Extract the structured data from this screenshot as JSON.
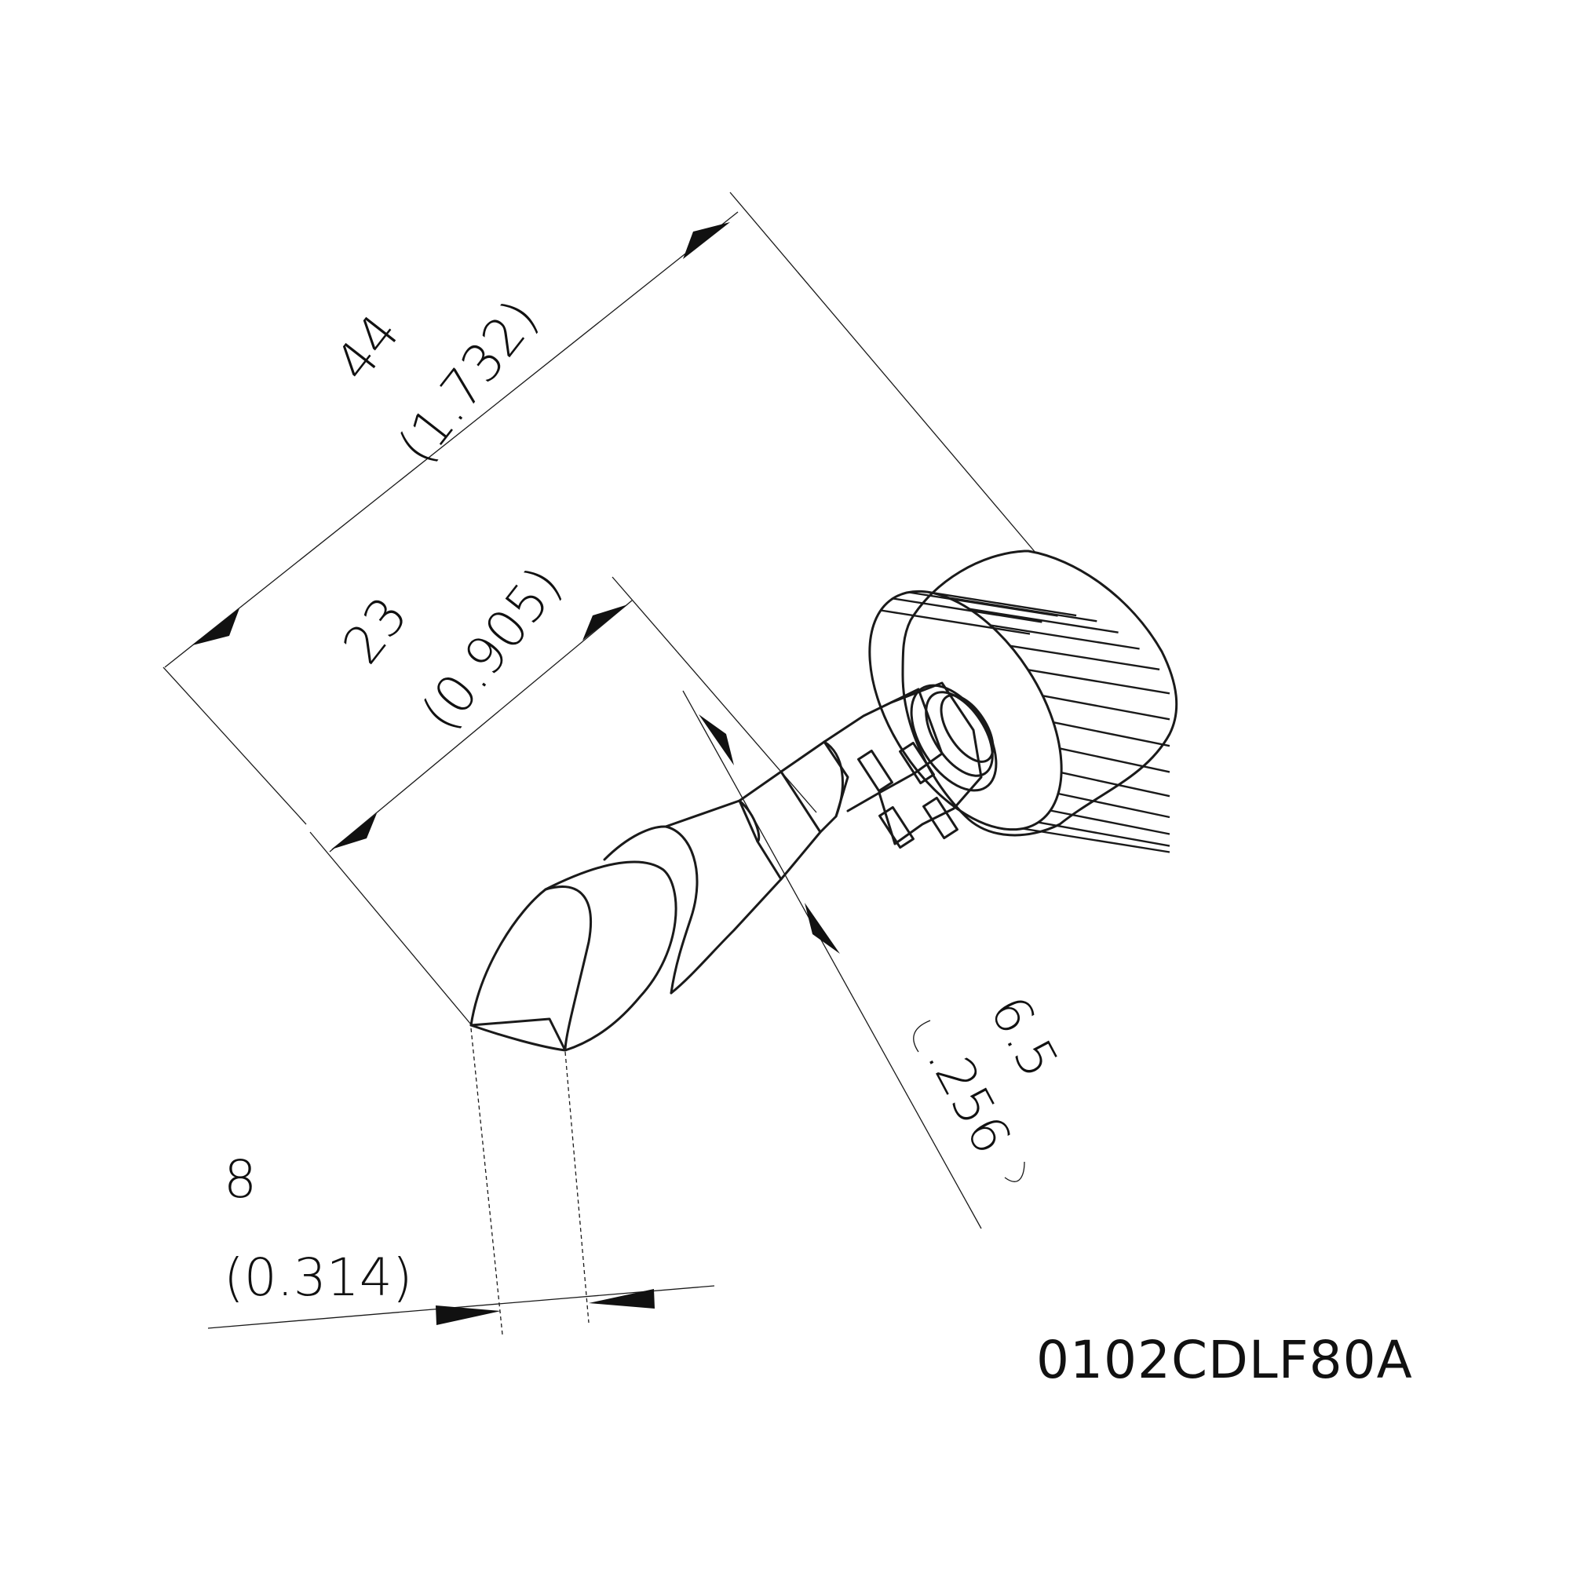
{
  "diagram": {
    "part_number": "0102CDLF80A",
    "dimensions": {
      "overall_length": {
        "mm": "44",
        "inch": "(1.732)"
      },
      "tip_length": {
        "mm": "23",
        "inch": "(0.905)"
      },
      "shaft_diameter": {
        "mm": "6.5",
        "inch": ".256"
      },
      "tip_width": {
        "mm": "8",
        "inch": "(0.314)"
      }
    },
    "colors": {
      "line": "#1a1a1a",
      "background": "#ffffff"
    }
  }
}
